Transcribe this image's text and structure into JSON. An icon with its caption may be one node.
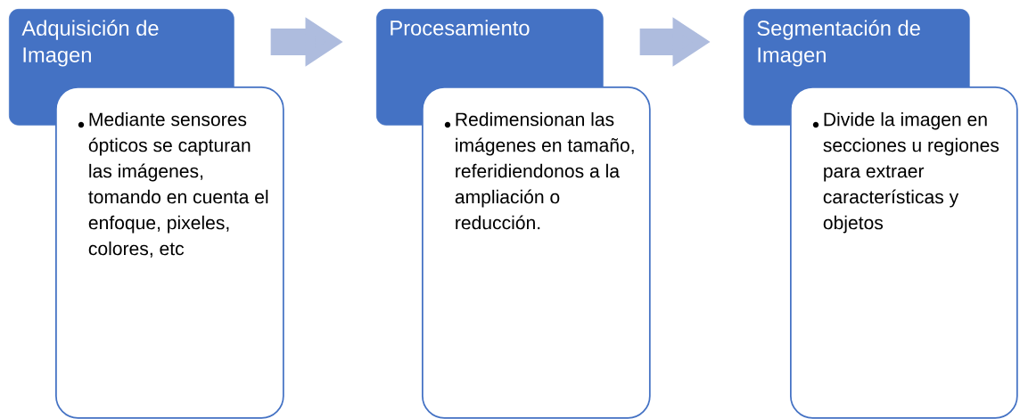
{
  "diagram": {
    "nodes": [
      {
        "text": [
          "Adquisición de Imagen"
        ]
      },
      {
        "text": [
          "Mediante sensores ópticos se capturan las imágenes, tomando en cuenta el enfoque, pixeles, colores, etc"
        ]
      },
      {
        "text": [
          "Procesamiento"
        ]
      },
      {
        "text": [
          "Redimensionan las imágenes en tamaño, referidiendonos a la ampliación o reducción."
        ]
      },
      {
        "text": [
          "Segmentación de Imagen"
        ]
      },
      {
        "text": [
          "Divide la imagen en secciones u regiones para extraer características y objetos"
        ]
      }
    ],
    "edges": [
      {
        "from": 0,
        "to": 2,
        "arrow": "to"
      },
      {
        "from": 2,
        "to": 4,
        "arrow": "to"
      }
    ]
  }
}
